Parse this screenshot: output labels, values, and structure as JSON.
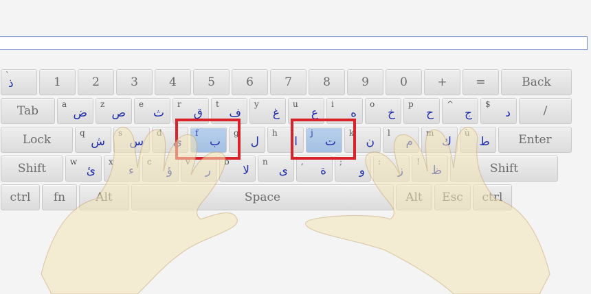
{
  "input": {
    "value": "",
    "placeholder": ""
  },
  "rows": [
    [
      {
        "name": "key-backtick",
        "lat": "`",
        "ara": "ذ"
      },
      {
        "name": "key-1",
        "lbl": "1"
      },
      {
        "name": "key-2",
        "lbl": "2"
      },
      {
        "name": "key-3",
        "lbl": "3"
      },
      {
        "name": "key-4",
        "lbl": "4"
      },
      {
        "name": "key-5",
        "lbl": "5"
      },
      {
        "name": "key-6",
        "lbl": "6"
      },
      {
        "name": "key-7",
        "lbl": "7"
      },
      {
        "name": "key-8",
        "lbl": "8"
      },
      {
        "name": "key-9",
        "lbl": "9"
      },
      {
        "name": "key-0",
        "lbl": "0"
      },
      {
        "name": "key-plus",
        "lbl": "+"
      },
      {
        "name": "key-equals",
        "lbl": "="
      },
      {
        "name": "key-backspace",
        "lbl": "Back"
      }
    ],
    [
      {
        "name": "key-tab",
        "lbl": "Tab"
      },
      {
        "name": "key-a",
        "lat": "a",
        "ara": "ض"
      },
      {
        "name": "key-z",
        "lat": "z",
        "ara": "ص"
      },
      {
        "name": "key-e",
        "lat": "e",
        "ara": "ث"
      },
      {
        "name": "key-r",
        "lat": "r",
        "ara": "ق"
      },
      {
        "name": "key-t",
        "lat": "t",
        "ara": "ف"
      },
      {
        "name": "key-y",
        "lat": "y",
        "ara": "غ"
      },
      {
        "name": "key-u",
        "lat": "u",
        "ara": "ع"
      },
      {
        "name": "key-i",
        "lat": "i",
        "ara": "ه"
      },
      {
        "name": "key-o",
        "lat": "o",
        "ara": "خ"
      },
      {
        "name": "key-p",
        "lat": "p",
        "ara": "ح"
      },
      {
        "name": "key-caret",
        "lat": "^",
        "ara": "ج"
      },
      {
        "name": "key-dollar",
        "lat": "$",
        "ara": "د"
      },
      {
        "name": "key-slash",
        "lbl": "/"
      }
    ],
    [
      {
        "name": "key-capslock",
        "lbl": "Lock"
      },
      {
        "name": "key-q",
        "lat": "q",
        "ara": "ش"
      },
      {
        "name": "key-s",
        "lat": "s",
        "ara": "س"
      },
      {
        "name": "key-d",
        "lat": "d",
        "ara": "ي"
      },
      {
        "name": "key-f",
        "lat": "f",
        "ara": "ب"
      },
      {
        "name": "key-g",
        "lat": "g",
        "ara": "ل"
      },
      {
        "name": "key-h",
        "lat": "h",
        "ara": "ا"
      },
      {
        "name": "key-j",
        "lat": "j",
        "ara": "ت"
      },
      {
        "name": "key-k",
        "lat": "k",
        "ara": "ن"
      },
      {
        "name": "key-l",
        "lat": "l",
        "ara": "م"
      },
      {
        "name": "key-m",
        "lat": "m",
        "ara": "ك"
      },
      {
        "name": "key-u-grave",
        "lat": "ù",
        "ara": "ط"
      },
      {
        "name": "key-enter",
        "lbl": "Enter"
      }
    ],
    [
      {
        "name": "key-shift-left",
        "lbl": "Shift"
      },
      {
        "name": "key-w",
        "lat": "w",
        "ara": "ئ"
      },
      {
        "name": "key-x",
        "lat": "x",
        "ara": "ء"
      },
      {
        "name": "key-c",
        "lat": "c",
        "ara": "ؤ"
      },
      {
        "name": "key-v",
        "lat": "v",
        "ara": "ر"
      },
      {
        "name": "key-b",
        "lat": "b",
        "ara": "لا"
      },
      {
        "name": "key-n",
        "lat": "n",
        "ara": "ى"
      },
      {
        "name": "key-comma",
        "lat": ",",
        "ara": "ة"
      },
      {
        "name": "key-semicolon",
        "lat": ";",
        "ara": "و"
      },
      {
        "name": "key-colon",
        "lat": ":",
        "ara": "ز"
      },
      {
        "name": "key-excl",
        "lat": "!",
        "ara": "ظ"
      },
      {
        "name": "key-shift-right",
        "lbl": "Shift"
      }
    ],
    [
      {
        "name": "key-ctrl-left",
        "lbl": "ctrl"
      },
      {
        "name": "key-fn",
        "lbl": "fn"
      },
      {
        "name": "key-alt-left",
        "lbl": "Alt"
      },
      {
        "name": "key-space",
        "lbl": "Space"
      },
      {
        "name": "key-alt-right",
        "lbl": "Alt"
      },
      {
        "name": "key-esc",
        "lbl": "Esc"
      },
      {
        "name": "key-ctrl-right",
        "lbl": "ctrl"
      }
    ]
  ],
  "highlighted_keys": [
    "key-f",
    "key-j"
  ],
  "colors": {
    "latin": "#555555",
    "arabic": "#1f2fa8",
    "highlight": "#d9232a",
    "key_face": "#e4e4e4"
  }
}
